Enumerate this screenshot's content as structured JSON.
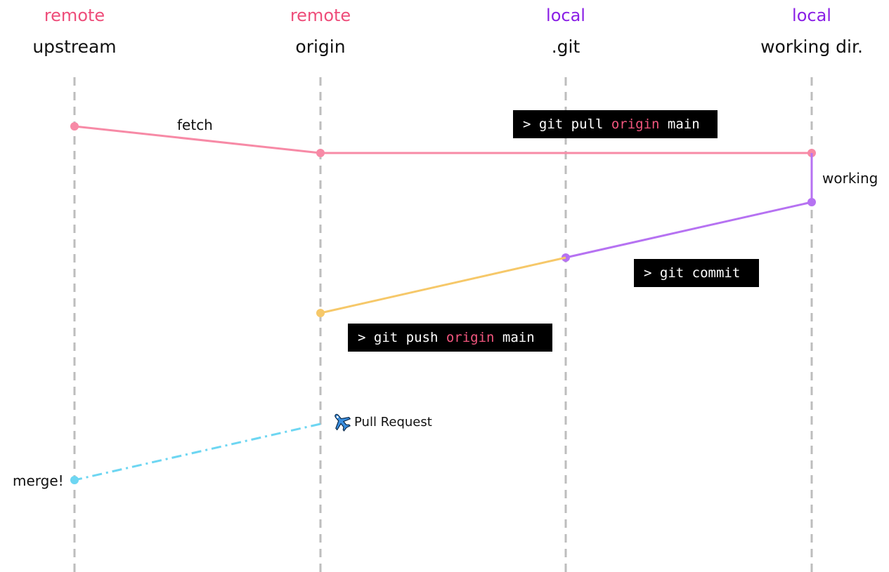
{
  "columns": [
    {
      "category": "remote",
      "name": "upstream"
    },
    {
      "category": "remote",
      "name": "origin"
    },
    {
      "category": "local",
      "name": ".git"
    },
    {
      "category": "local",
      "name": "working dir."
    }
  ],
  "colors": {
    "remote": "#ee4d7a",
    "local": "#8a1fe6",
    "fetch_line": "#f78aa6",
    "working_line": "#b672f2",
    "push_line": "#f6c869",
    "pr_line": "#6dd6f2",
    "lane": "#bdbdbd"
  },
  "labels": {
    "fetch": "fetch",
    "working": "working",
    "merge": "merge!",
    "pull_request": "Pull Request"
  },
  "commands": {
    "pull": {
      "prompt": "> git pull ",
      "remote": "origin",
      "branch": " main"
    },
    "commit": {
      "text": "> git commit"
    },
    "push": {
      "prompt": "> git push ",
      "remote": "origin",
      "branch": " main"
    }
  },
  "icons": {
    "pull_request": "airplane-icon"
  }
}
